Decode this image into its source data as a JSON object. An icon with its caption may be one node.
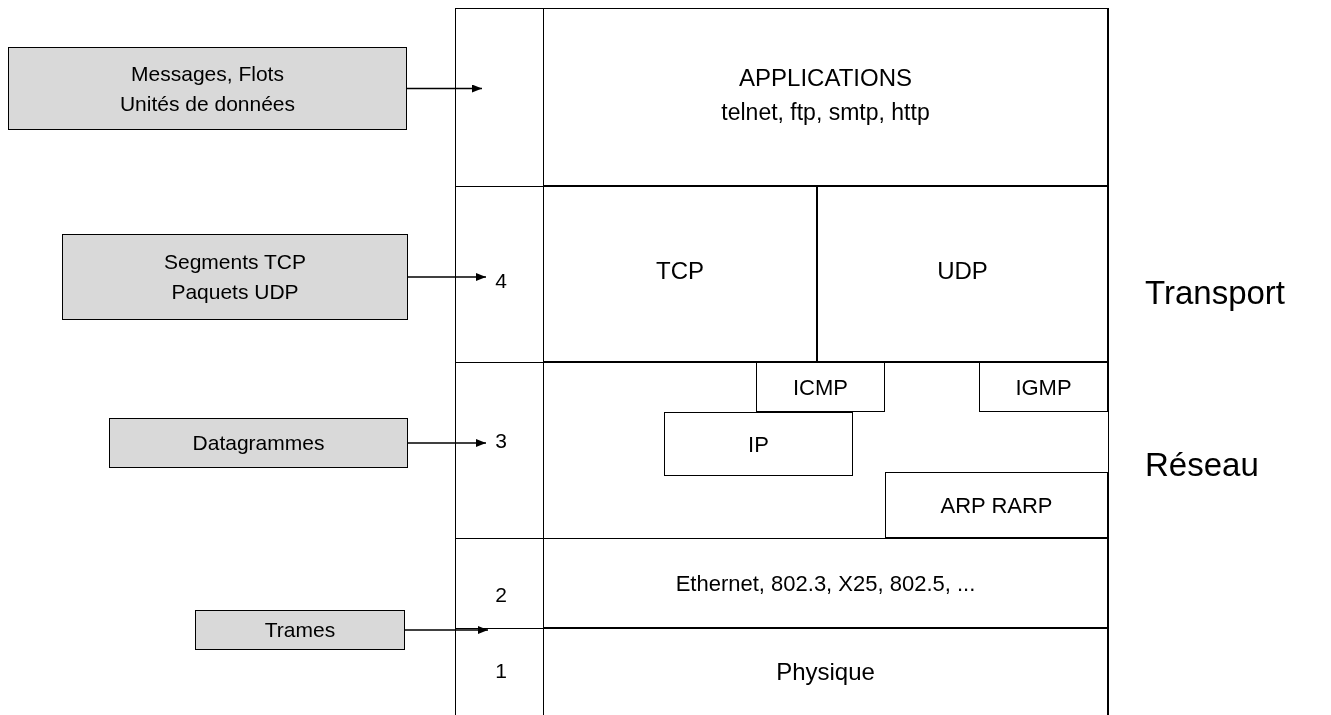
{
  "diagram": {
    "nodes": [
      {
        "text": [
          "Messages, Flots Unités de données"
        ]
      },
      {
        "text": [
          "APPLICATIONS",
          "telnet, ftp, smtp, http"
        ]
      },
      {
        "text": [
          "Segments TCP Paquets UDP"
        ]
      },
      {
        "text": [
          "4"
        ]
      },
      {
        "text": [
          "TCP"
        ]
      },
      {
        "text": [
          "UDP"
        ]
      },
      {
        "text": [
          "ICMP"
        ]
      },
      {
        "text": [
          "IGMP"
        ]
      },
      {
        "text": [
          "Datagrammes"
        ]
      },
      {
        "text": [
          "3"
        ]
      },
      {
        "text": [
          "IP"
        ]
      },
      {
        "text": [
          "ARP RARP"
        ]
      },
      {
        "text": [
          "2"
        ]
      },
      {
        "text": [
          "Ethernet, 802.3, X25, 802.5, ..."
        ]
      },
      {
        "text": [
          "Trames"
        ]
      },
      {
        "text": [
          "1"
        ]
      },
      {
        "text": [
          "Physique"
        ]
      }
    ],
    "edges": [
      {
        "from": 0,
        "to": null,
        "arrow": "to"
      },
      {
        "from": 2,
        "to": 3,
        "arrow": "to"
      },
      {
        "from": 8,
        "to": 9,
        "arrow": "to"
      },
      {
        "from": 14,
        "to": 12,
        "arrow": "to"
      }
    ],
    "labels": [
      "Transport",
      "Réseau"
    ]
  }
}
